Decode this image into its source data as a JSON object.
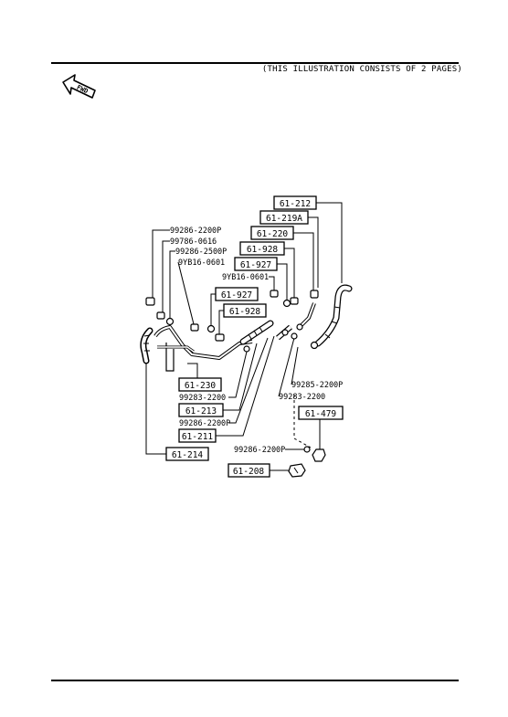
{
  "header": {
    "note": "(THIS ILLUSTRATION CONSISTS OF  2 PAGES)"
  },
  "orientation": {
    "icon": "fwd-arrow-icon",
    "label": "FWD"
  },
  "diagram": {
    "boxed_labels": {
      "b_61_212": "61-212",
      "b_61_219a": "61-219A",
      "b_61_220": "61-220",
      "b_61_928_a": "61-928",
      "b_61_927_a": "61-927",
      "b_61_927_b": "61-927",
      "b_61_928_b": "61-928",
      "b_61_230": "61-230",
      "b_61_213": "61-213",
      "b_61_211": "61-211",
      "b_61_214": "61-214",
      "b_61_479": "61-479",
      "b_61_208": "61-208"
    },
    "plain_labels": {
      "p_99286_2200p_a": "99286-2200P",
      "p_99786_0616": "99786-0616",
      "p_99286_2500p": "99286-2500P",
      "p_9yb16_0601_a": "9YB16-0601",
      "p_9yb16_0601_b": "9YB16-0601",
      "p_99283_2200_a": "99283-2200",
      "p_99286_2200p_b": "99286-2200P",
      "p_99285_2200p": "99285-2200P",
      "p_99283_2200_b": "99283-2200",
      "p_99286_2200p_c": "99286-2200P"
    }
  }
}
